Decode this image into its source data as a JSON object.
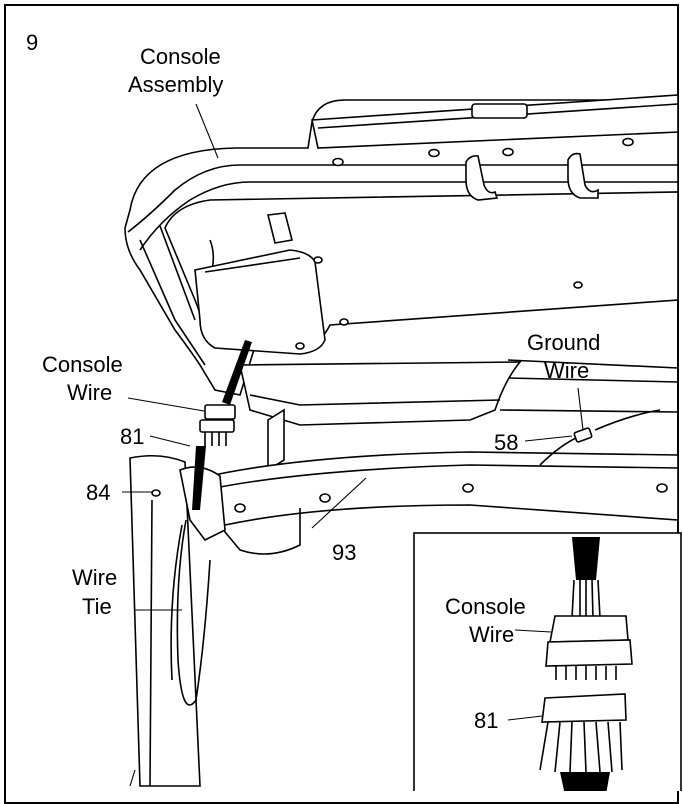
{
  "step_number": "9",
  "labels": {
    "console_assembly_1": "Console",
    "console_assembly_2": "Assembly",
    "console_wire_1": "Console",
    "console_wire_2": "Wire",
    "ground_wire_1": "Ground",
    "ground_wire_2": "Wire",
    "part_81": "81",
    "part_84": "84",
    "part_58": "58",
    "part_93": "93",
    "wire_tie_1": "Wire",
    "wire_tie_2": "Tie"
  },
  "inset": {
    "console_wire_1": "Console",
    "console_wire_2": "Wire",
    "part_81": "81"
  }
}
